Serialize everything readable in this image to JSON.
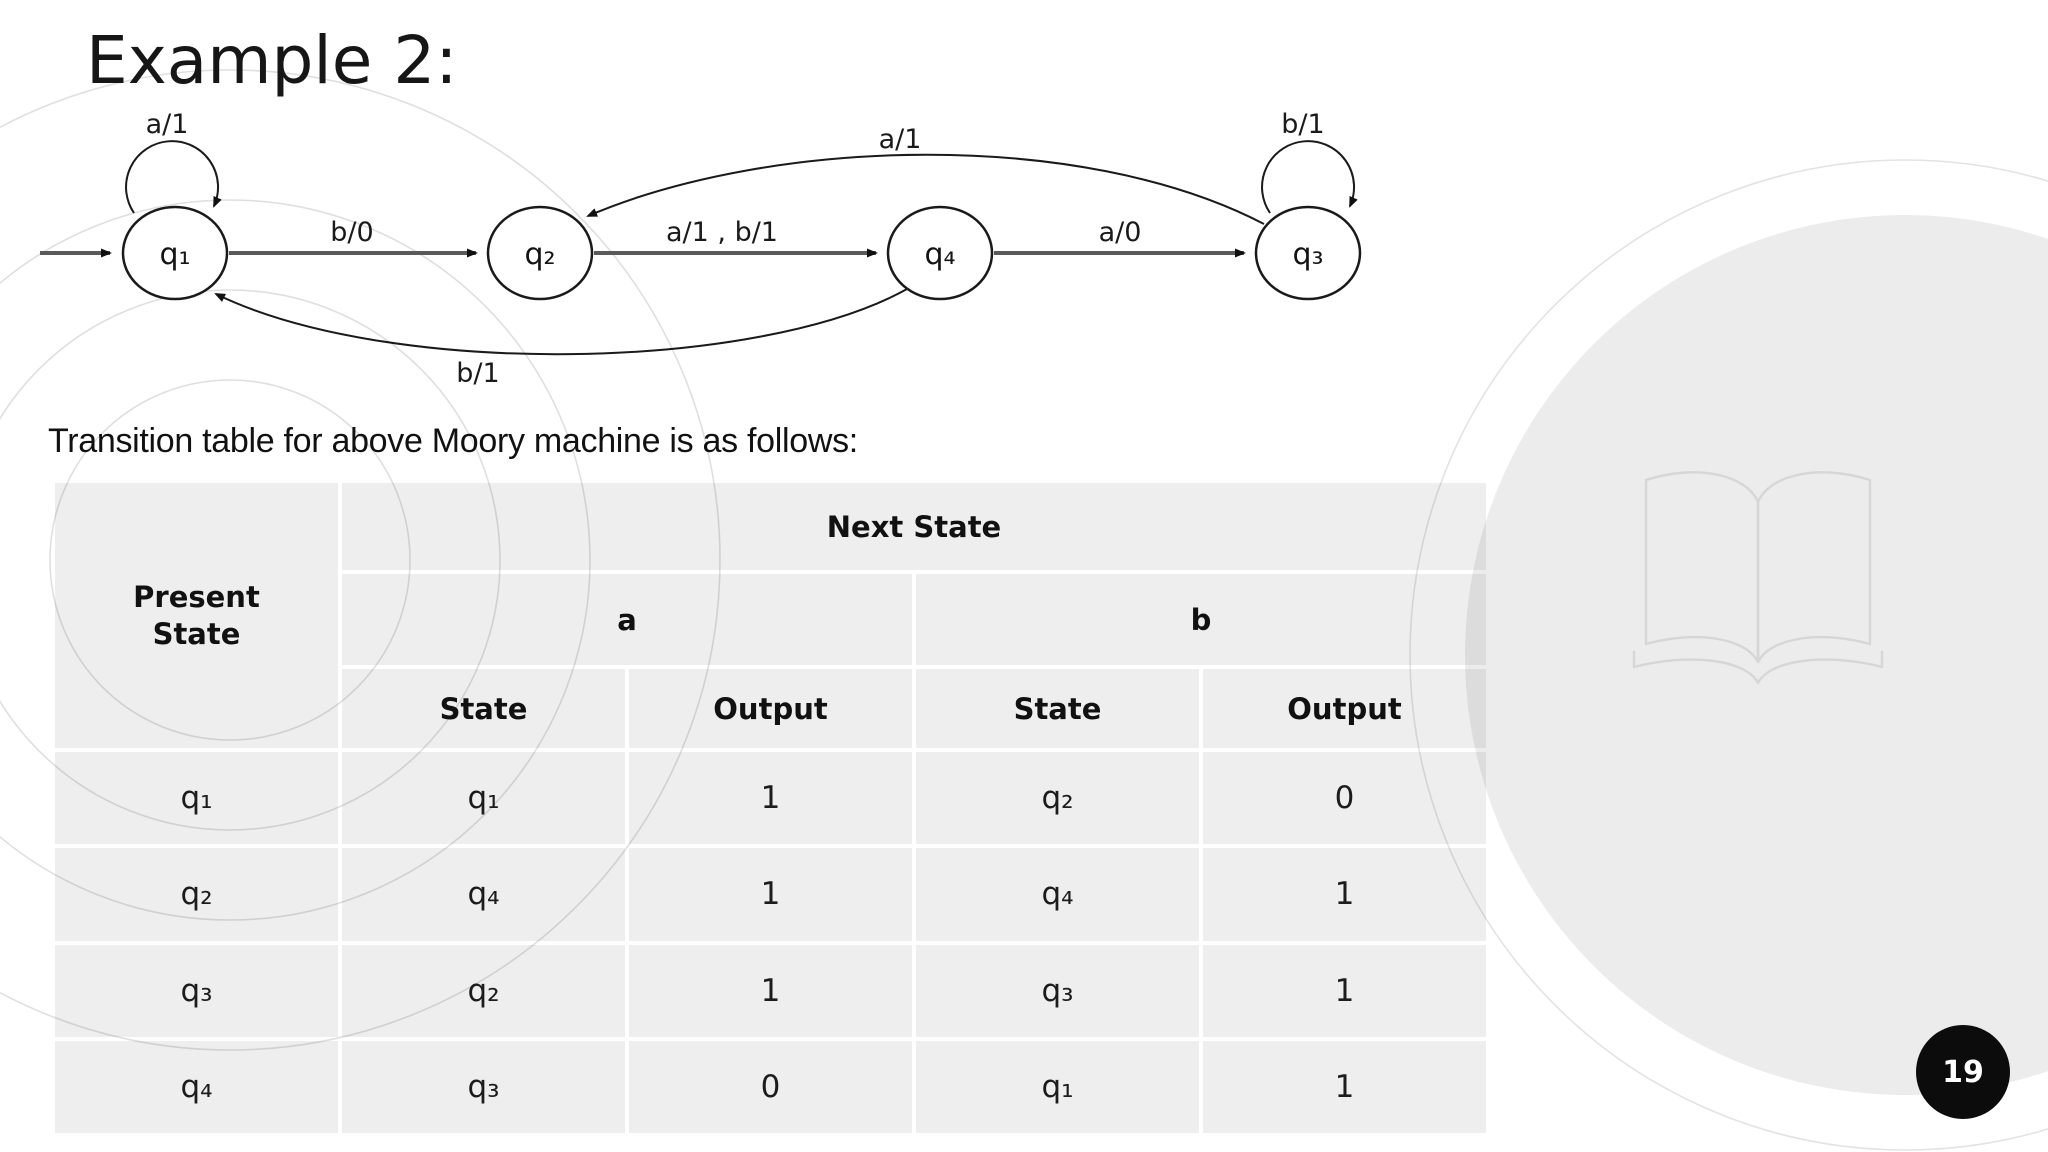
{
  "title": "Example 2:",
  "subtitle": "Transition table for above Moory machine is as follows:",
  "page_number": "19",
  "colors": {
    "background": "#ffffff",
    "text": "#141414",
    "table_cell": "#ececec",
    "decor_circle_fill": "#ececec",
    "decor_circle_stroke": "#e0e0e0",
    "badge": "#0c0c0c",
    "badge_text": "#ffffff",
    "diagram_line": "#5a5a5a",
    "diagram_curve": "#1a1a1a"
  },
  "diagram": {
    "nodes": [
      {
        "id": "q1",
        "label": "q₁"
      },
      {
        "id": "q2",
        "label": "q₂"
      },
      {
        "id": "q4",
        "label": "q₄"
      },
      {
        "id": "q3",
        "label": "q₃"
      }
    ],
    "edges": [
      {
        "from": "q1",
        "to": "q1",
        "label": "a/1"
      },
      {
        "from": "q1",
        "to": "q2",
        "label": "b/0"
      },
      {
        "from": "q2",
        "to": "q4",
        "label": "a/1 , b/1"
      },
      {
        "from": "q4",
        "to": "q3",
        "label": "a/0"
      },
      {
        "from": "q3",
        "to": "q2",
        "label": "a/1"
      },
      {
        "from": "q4",
        "to": "q1",
        "label": "b/1"
      },
      {
        "from": "q3",
        "to": "q3",
        "label": "b/1"
      }
    ]
  },
  "table": {
    "header": {
      "present_state": "Present State",
      "next_state": "Next State",
      "input_a": "a",
      "input_b": "b",
      "state": "State",
      "output": "Output"
    },
    "rows": [
      {
        "present": "q₁",
        "a_state": "q₁",
        "a_output": "1",
        "b_state": "q₂",
        "b_output": "0"
      },
      {
        "present": "q₂",
        "a_state": "q₄",
        "a_output": "1",
        "b_state": "q₄",
        "b_output": "1"
      },
      {
        "present": "q₃",
        "a_state": "q₂",
        "a_output": "1",
        "b_state": "q₃",
        "b_output": "1"
      },
      {
        "present": "q₄",
        "a_state": "q₃",
        "a_output": "0",
        "b_state": "q₁",
        "b_output": "1"
      }
    ]
  },
  "icons": {
    "book": "open-book-icon"
  }
}
